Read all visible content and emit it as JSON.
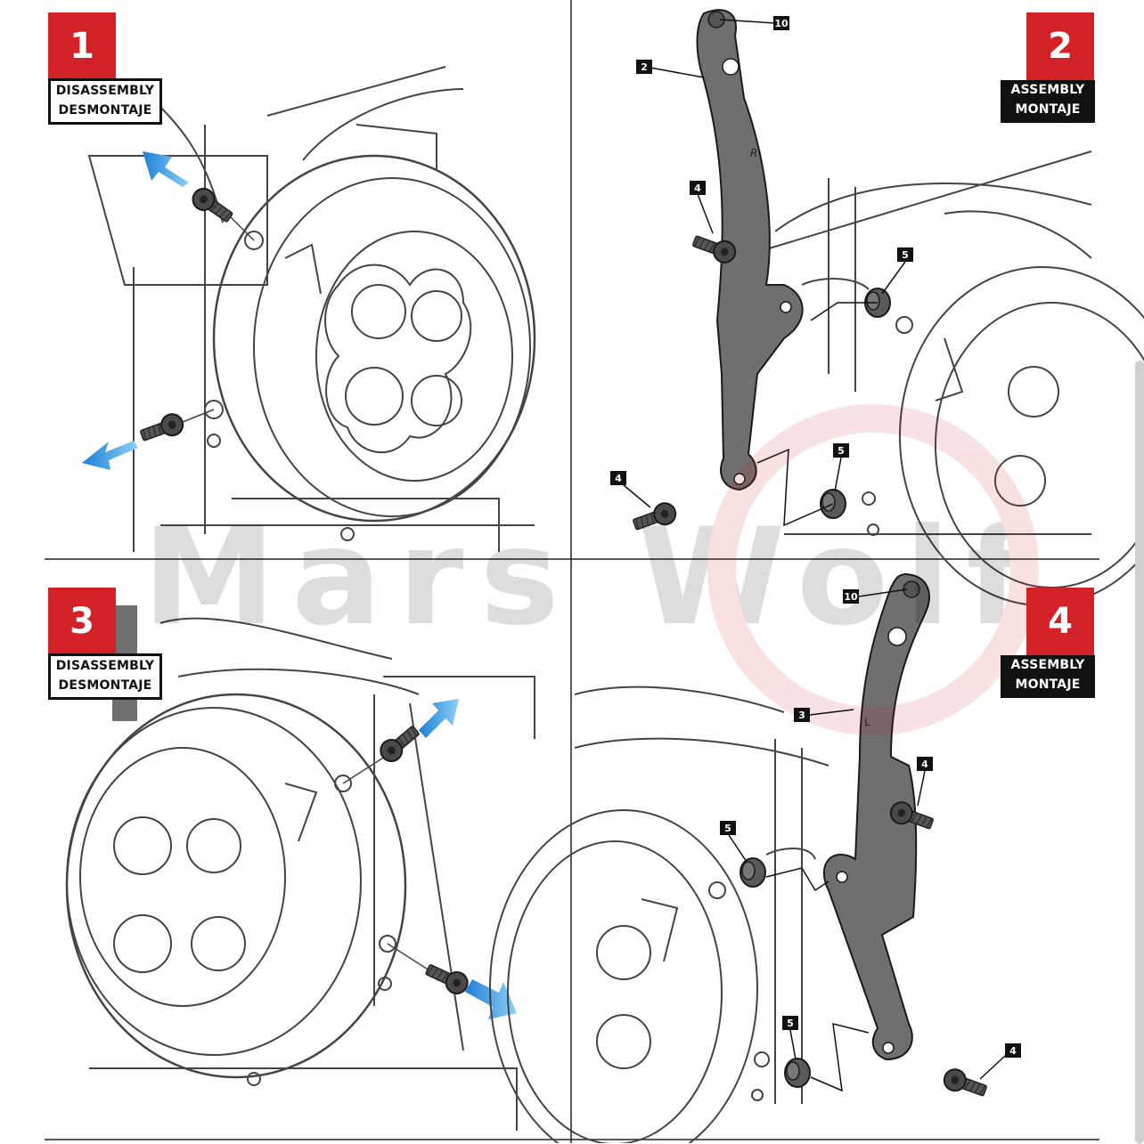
{
  "watermark": "Mars Wolf",
  "panels": [
    {
      "step": "1",
      "mode_line1": "DISASSEMBLY",
      "mode_line2": "DESMONTAJE"
    },
    {
      "step": "2",
      "mode_line1": "ASSEMBLY",
      "mode_line2": "MONTAJE"
    },
    {
      "step": "3",
      "mode_line1": "DISASSEMBLY",
      "mode_line2": "DESMONTAJE"
    },
    {
      "step": "4",
      "mode_line1": "ASSEMBLY",
      "mode_line2": "MONTAJE"
    }
  ],
  "parts": {
    "p2": "2",
    "p3": "3",
    "p4": "4",
    "p5": "5",
    "p10": "10"
  },
  "bracket_marks": {
    "right": "R",
    "left": "L"
  },
  "colors": {
    "step_badge": "#d32227",
    "arrow": "#2f8fd8",
    "bracket": "#6f6f6f",
    "line_art": "#444444"
  }
}
